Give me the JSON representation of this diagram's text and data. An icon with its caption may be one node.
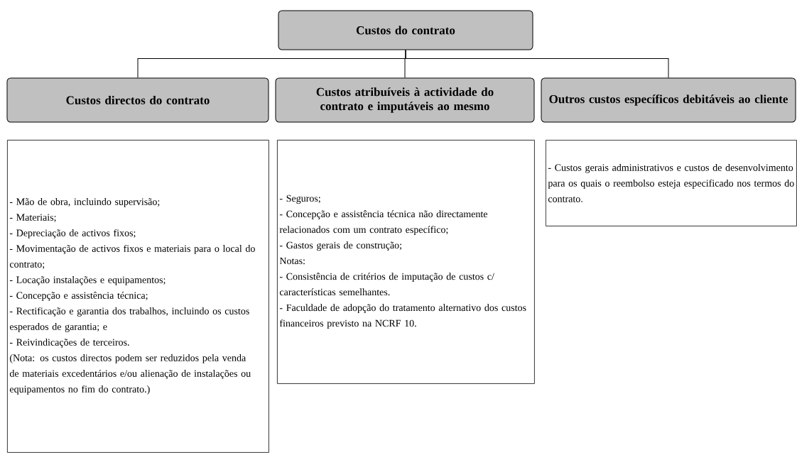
{
  "diagram": {
    "nodes": [
      {
        "text": [
          "Custos do contrato"
        ]
      },
      {
        "text": [
          "Custos directos do contrato"
        ]
      },
      {
        "text": [
          "Custos atribuíveis à actividade do contrato  e imputáveis ao mesmo"
        ]
      },
      {
        "text": [
          "Outros custos específicos debitáveis ao cliente"
        ]
      },
      {
        "text": [
          "- Mão de obra, incluindo supervisão;",
          "- Materiais;",
          "- Depreciação de activos fixos;",
          "- Movimentação de activos fixos e materiais para o local do contrato;",
          "- Locação instalações e equipamentos;",
          "- Concepção e assistência técnica;",
          "- Rectificação e garantia dos trabalhos, incluindo os custos esperados de garantia; e",
          "- Reivindicações de terceiros.",
          "(Nota: os custos directos podem ser reduzidos pela venda de materiais excedentários e/ou alienação de instalações ou equipamentos no fim do contrato.)"
        ]
      },
      {
        "text": [
          "- Seguros;",
          "- Concepção e assistência técnica não directamente relacionados com um contrato específico;",
          "- Gastos gerais de construção;",
          "Notas:",
          "- Consistência de critérios de imputação de custos c/ características semelhantes.",
          "- Faculdade de adopção do tratamento alternativo dos custos financeiros previsto na NCRF 10."
        ]
      },
      {
        "text": [
          "- Custos gerais administrativos e custos de desenvolvimento para os quais o reembolso esteja especificado nos termos do contrato."
        ]
      }
    ],
    "edges": [
      {
        "from": 0,
        "to": 1,
        "arrow": "none"
      },
      {
        "from": 0,
        "to": 2,
        "arrow": "none"
      },
      {
        "from": 0,
        "to": 3,
        "arrow": "none"
      }
    ]
  }
}
